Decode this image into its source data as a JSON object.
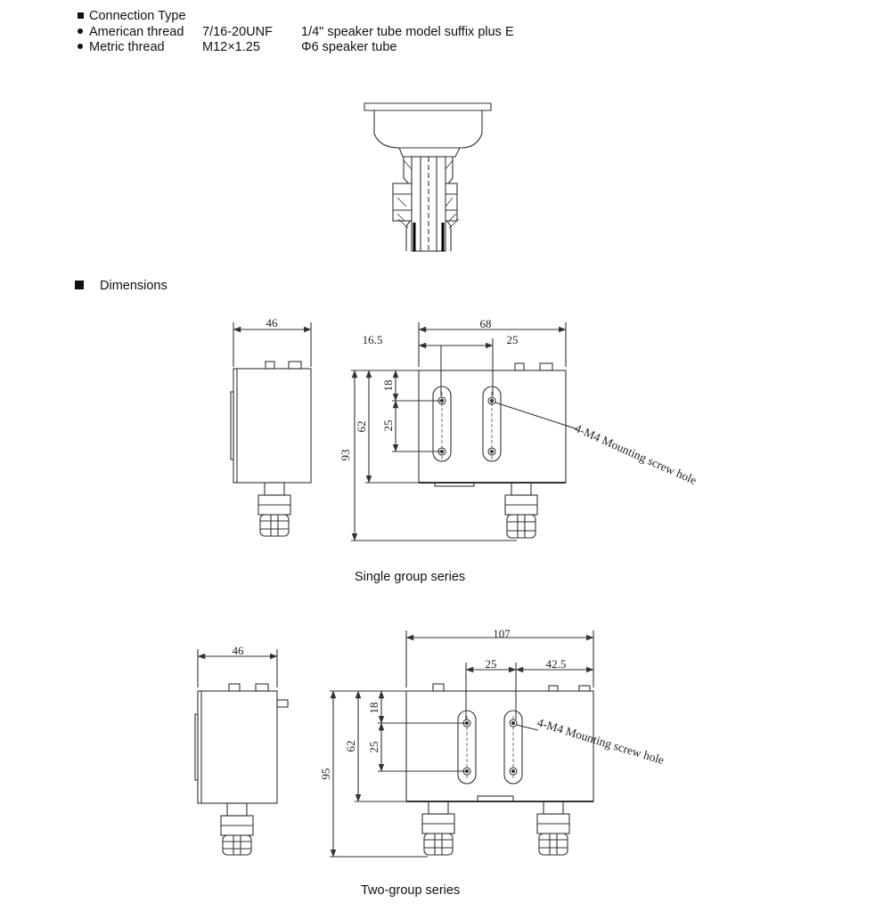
{
  "connection": {
    "heading": "Connection Type",
    "rows": [
      {
        "name": "American thread",
        "thread": "7/16-20UNF",
        "tube": "1/4\" speaker tube model suffix plus E"
      },
      {
        "name": "Metric thread",
        "thread": "M12×1.25",
        "tube": "Φ6 speaker tube"
      }
    ]
  },
  "dimensions": {
    "heading": "Dimensions",
    "single": {
      "caption": "Single group series",
      "side_width": "46",
      "front_width": "68",
      "offset": "16.5",
      "slot_pitch": "25",
      "slot_top": "18",
      "slot_len": "25",
      "body_h": "62",
      "total_h": "93",
      "note": "4-M4 Mounting screw hole"
    },
    "double": {
      "caption": "Two-group series",
      "side_width": "46",
      "front_width": "107",
      "slot_pitch": "25",
      "offset": "42.5",
      "slot_top": "18",
      "slot_len": "25",
      "body_h": "62",
      "total_h": "95",
      "note": "4-M4 Mounting screw hole"
    }
  }
}
